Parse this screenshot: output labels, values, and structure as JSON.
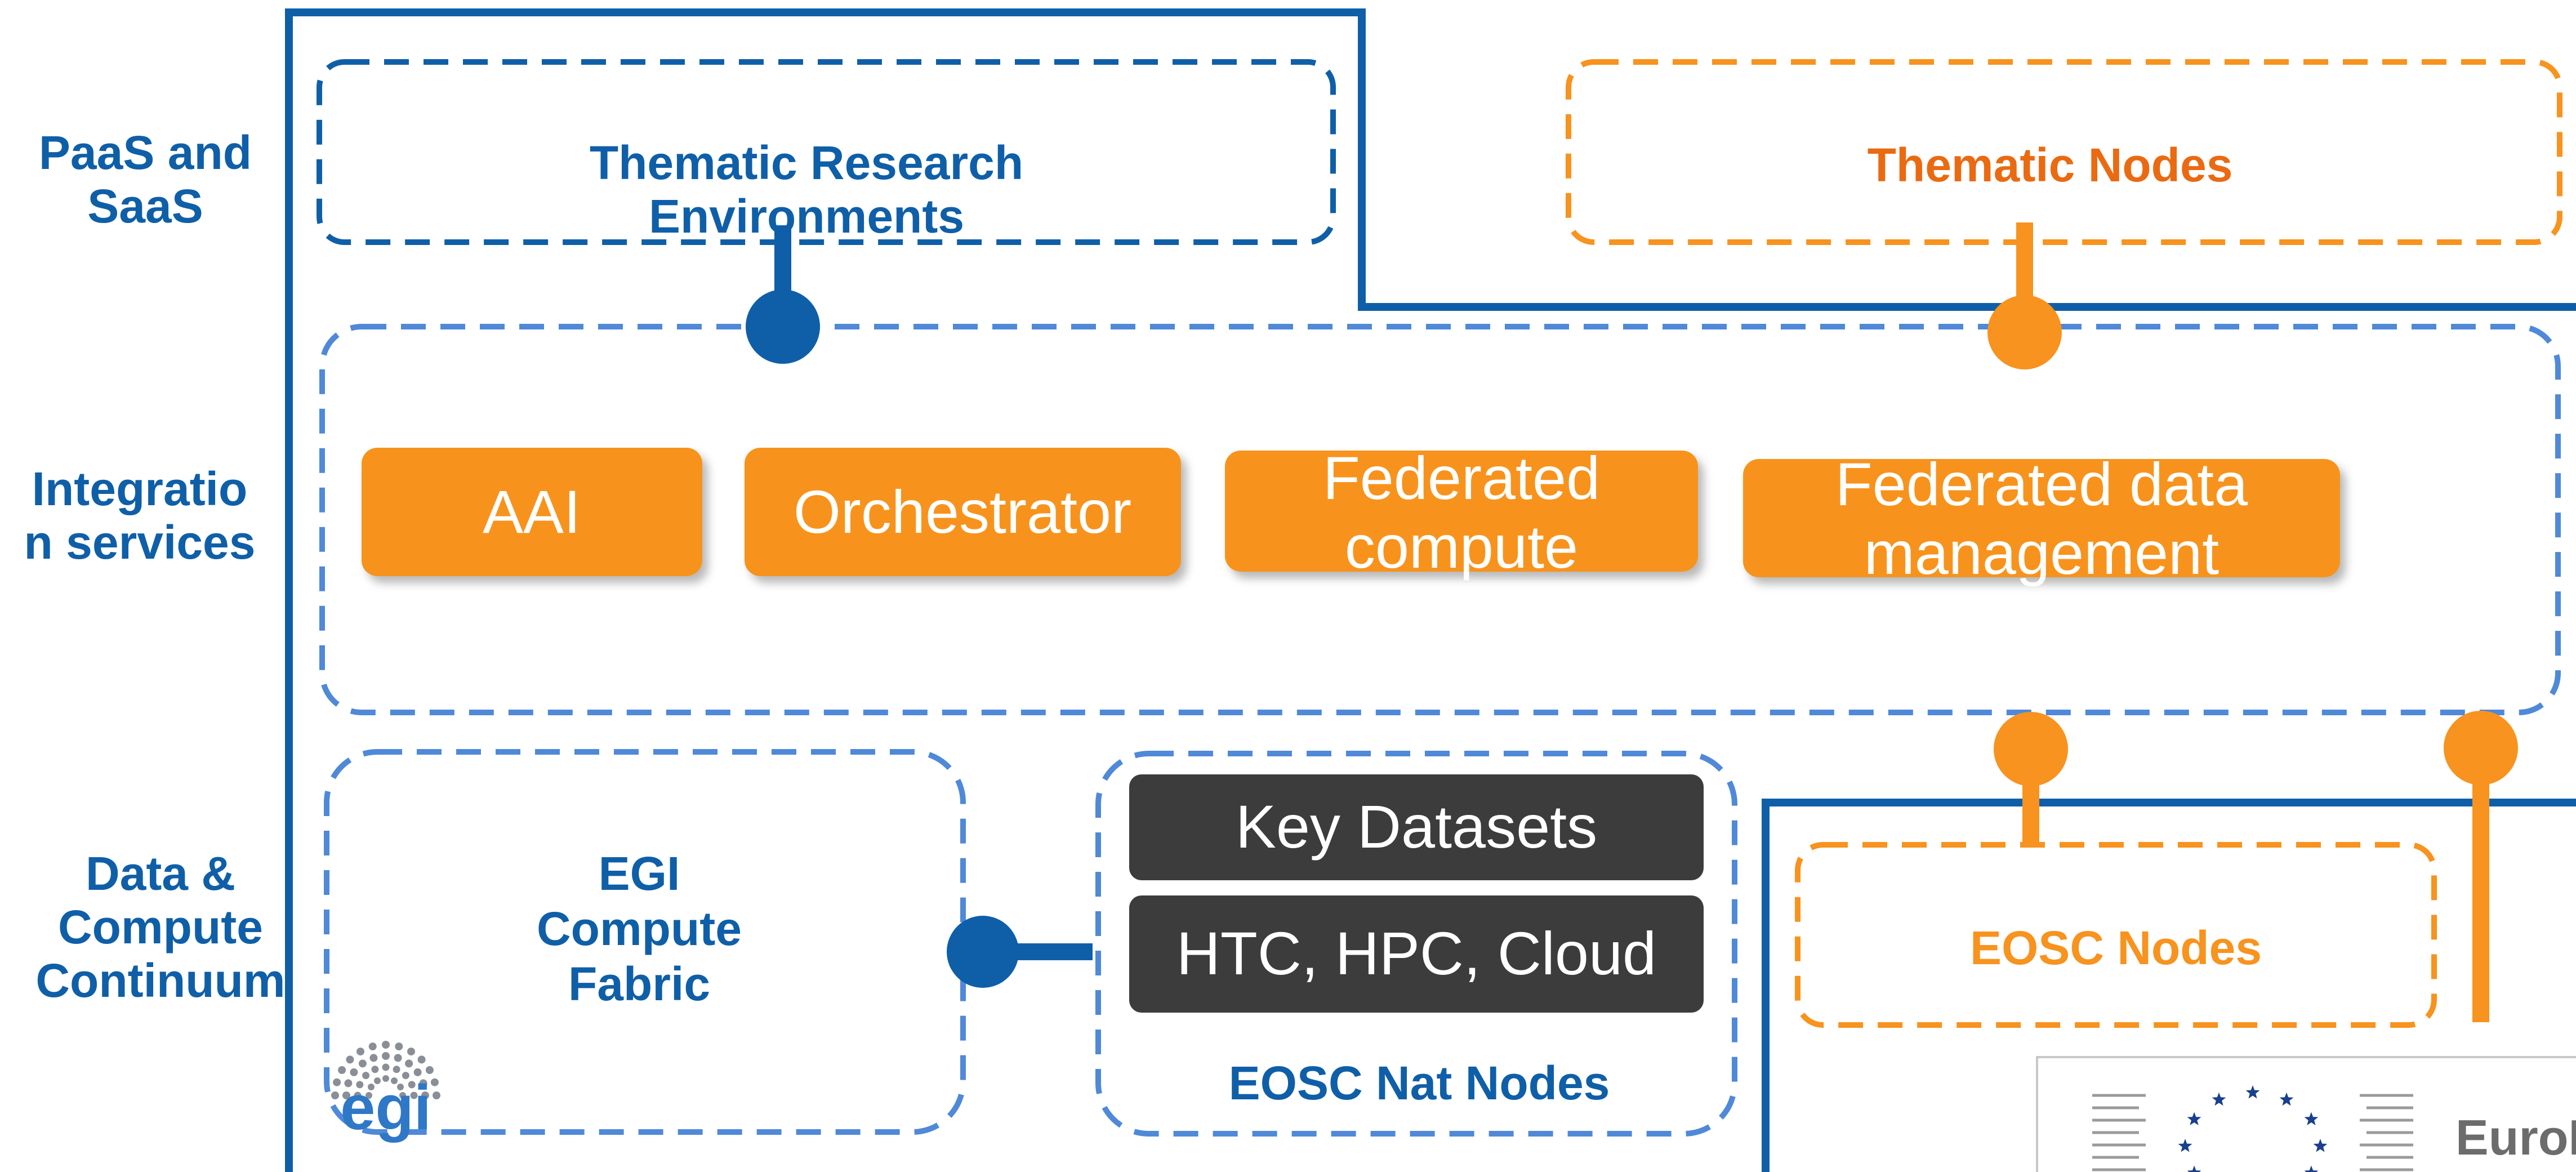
{
  "colors": {
    "primary_blue": "#0f5fa8",
    "dashed_blue": "#4f89d8",
    "orange": "#f7931e",
    "orange_text": "#ea6a12",
    "dark_box": "#3c3c3c",
    "egi_logo": "#2e78c7"
  },
  "layers": {
    "paas": "PaaS and\nSaaS",
    "integration": "Integratio\nn services",
    "data_compute": "Data &\nCompute\nContinuum"
  },
  "groups": {
    "thematic_research_environments": "Thematic Research\nEnvironments",
    "thematic_nodes": "Thematic Nodes",
    "egi_compute_fabric": "EGI\nCompute\nFabric",
    "eosc_nat_nodes": "EOSC Nat Nodes",
    "eosc_nodes": "EOSC Nodes"
  },
  "integration_services": [
    "AAI",
    "Orchestrator",
    "Federated\ncompute",
    "Federated data\nmanagement"
  ],
  "national_resources": [
    "Key Datasets",
    "HTC, HPC, Cloud"
  ],
  "logos": {
    "egi": "egi",
    "eurohpc": "EuroH"
  },
  "icons": {
    "egi_logo": "egi-dots-logo",
    "eu_stars": "eu-stars-emblem"
  }
}
